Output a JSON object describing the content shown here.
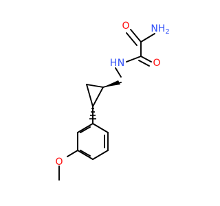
{
  "molecule": {
    "atoms": {
      "amide_n": {
        "label": "NH",
        "subscript": "2"
      },
      "o_top": {
        "label": "O"
      },
      "nh": {
        "label": "N",
        "h": "H"
      },
      "o_right": {
        "label": "O"
      },
      "o_methoxy": {
        "label": "O"
      }
    }
  },
  "colors": {
    "bond": "#000000",
    "nitrogen": "#3050F8",
    "oxygen": "#FF0D0D"
  }
}
